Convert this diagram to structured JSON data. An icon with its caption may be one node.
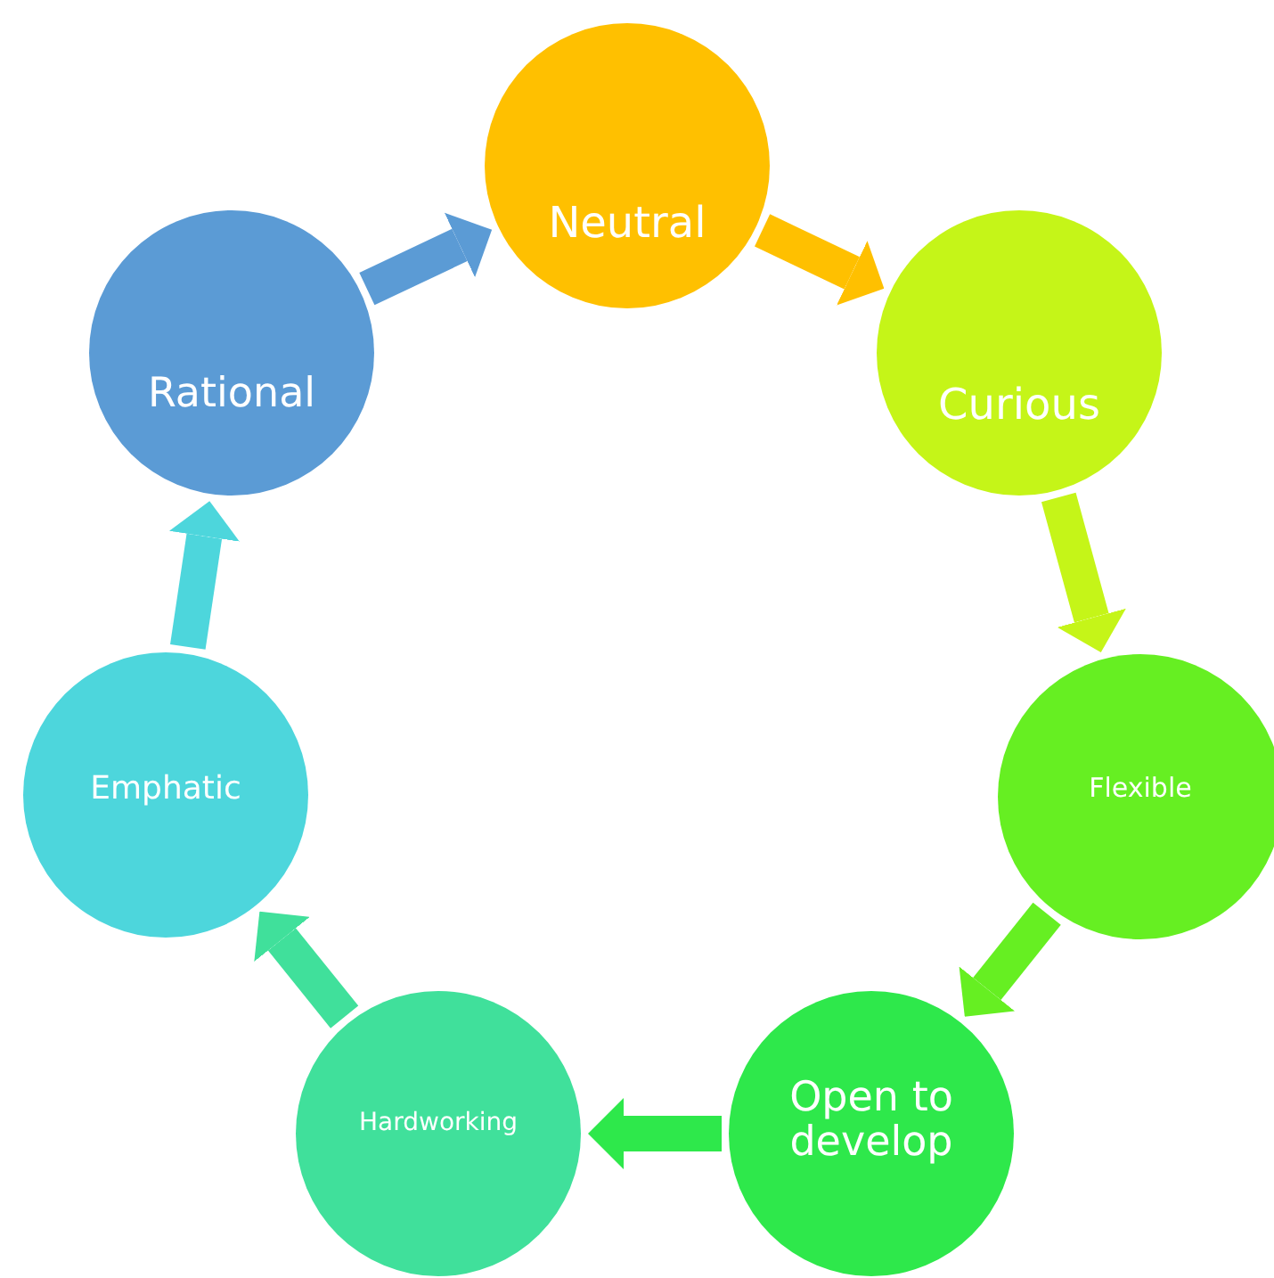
{
  "diagram": {
    "nodes": [
      {
        "text": [
          "Neutral"
        ]
      },
      {
        "text": [
          "Curious"
        ]
      },
      {
        "text": [
          "Flexible"
        ]
      },
      {
        "text": [
          "Open to develop"
        ]
      },
      {
        "text": [
          "Hardworking"
        ]
      },
      {
        "text": [
          "Emphatic"
        ]
      },
      {
        "text": [
          "Rational"
        ]
      }
    ],
    "edges": [
      {
        "from": 6,
        "to": 0,
        "arrow": "to",
        "color": "#5b9bd5"
      },
      {
        "from": 0,
        "to": 1,
        "arrow": "to",
        "color": "#ffc000"
      },
      {
        "from": 1,
        "to": 2,
        "arrow": "to",
        "color": "#c5f518"
      },
      {
        "from": 2,
        "to": 3,
        "arrow": "to",
        "color": "#66ef22"
      },
      {
        "from": 3,
        "to": 4,
        "arrow": "to",
        "color": "#2ee84b"
      },
      {
        "from": 4,
        "to": 5,
        "arrow": "to",
        "color": "#40e09b"
      },
      {
        "from": 5,
        "to": 6,
        "arrow": "to",
        "color": "#4dd6dc"
      }
    ]
  }
}
